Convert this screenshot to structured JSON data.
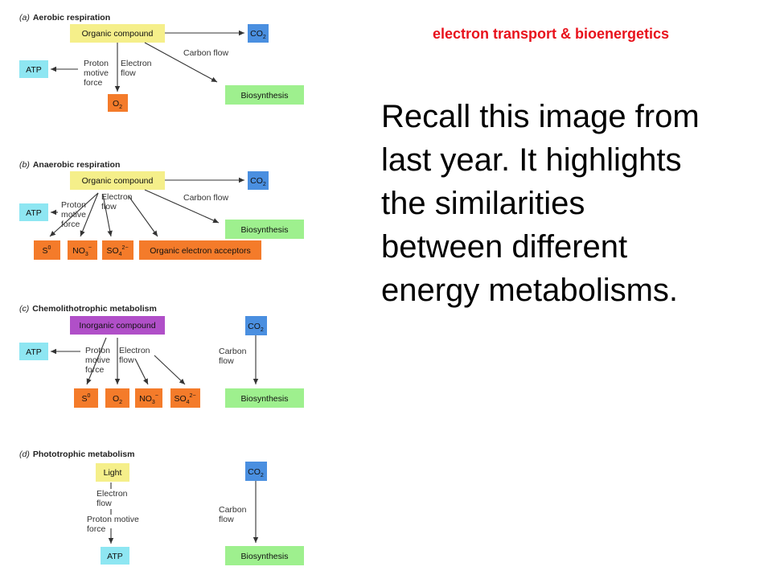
{
  "header": {
    "title": "electron transport & bioenergetics"
  },
  "body_text": {
    "lines": [
      "Recall this image from",
      "last year. It highlights",
      "the similarities",
      "between different",
      "energy metabolisms."
    ]
  },
  "colors": {
    "organic": "#f5ef8a",
    "light": "#f5ef8a",
    "co2": "#4a8fe0",
    "atp": "#8ee6f2",
    "biosynthesis": "#9ef08e",
    "acceptor": "#f47b2a",
    "inorganic": "#b04fc8",
    "header": "#e8121c"
  },
  "diagram": {
    "a": {
      "letter": "(a)",
      "title": "Aerobic respiration",
      "donor": "Organic compound",
      "co2": "CO",
      "co2_sub": "2",
      "carbon_flow": "Carbon flow",
      "atp": "ATP",
      "pmf": [
        "Proton",
        "motive",
        "force"
      ],
      "electron": [
        "Electron",
        "flow"
      ],
      "biosynthesis": "Biosynthesis",
      "o2": "O",
      "o2_sub": "2"
    },
    "b": {
      "letter": "(b)",
      "title": "Anaerobic respiration",
      "donor": "Organic compound",
      "co2": "CO",
      "co2_sub": "2",
      "carbon_flow": "Carbon flow",
      "atp": "ATP",
      "pmf": [
        "Proton",
        "motive",
        "force"
      ],
      "electron": [
        "Electron",
        "flow"
      ],
      "biosynthesis": "Biosynthesis",
      "s0": "S",
      "s0_sup": "0",
      "no3": "NO",
      "no3_sub": "3",
      "no3_sup": "−",
      "so4": "SO",
      "so4_sub": "4",
      "so4_sup": "2−",
      "organic_acceptors": "Organic electron acceptors"
    },
    "c": {
      "letter": "(c)",
      "title": "Chemolithotrophic metabolism",
      "donor": "Inorganic compound",
      "co2": "CO",
      "co2_sub": "2",
      "atp": "ATP",
      "pmf": [
        "Proton",
        "motive",
        "force"
      ],
      "electron": [
        "Electron",
        "flow"
      ],
      "carbon_flow": [
        "Carbon",
        "flow"
      ],
      "biosynthesis": "Biosynthesis",
      "s0": "S",
      "s0_sup": "0",
      "o2": "O",
      "o2_sub": "2",
      "no3": "NO",
      "no3_sub": "3",
      "no3_sup": "−",
      "so4": "SO",
      "so4_sub": "4",
      "so4_sup": "2−"
    },
    "d": {
      "letter": "(d)",
      "title": "Phototrophic metabolism",
      "light": "Light",
      "electron": [
        "Electron",
        "flow"
      ],
      "pmf": [
        "Proton motive",
        "force"
      ],
      "atp": "ATP",
      "co2": "CO",
      "co2_sub": "2",
      "carbon_flow": [
        "Carbon",
        "flow"
      ],
      "biosynthesis": "Biosynthesis"
    }
  }
}
